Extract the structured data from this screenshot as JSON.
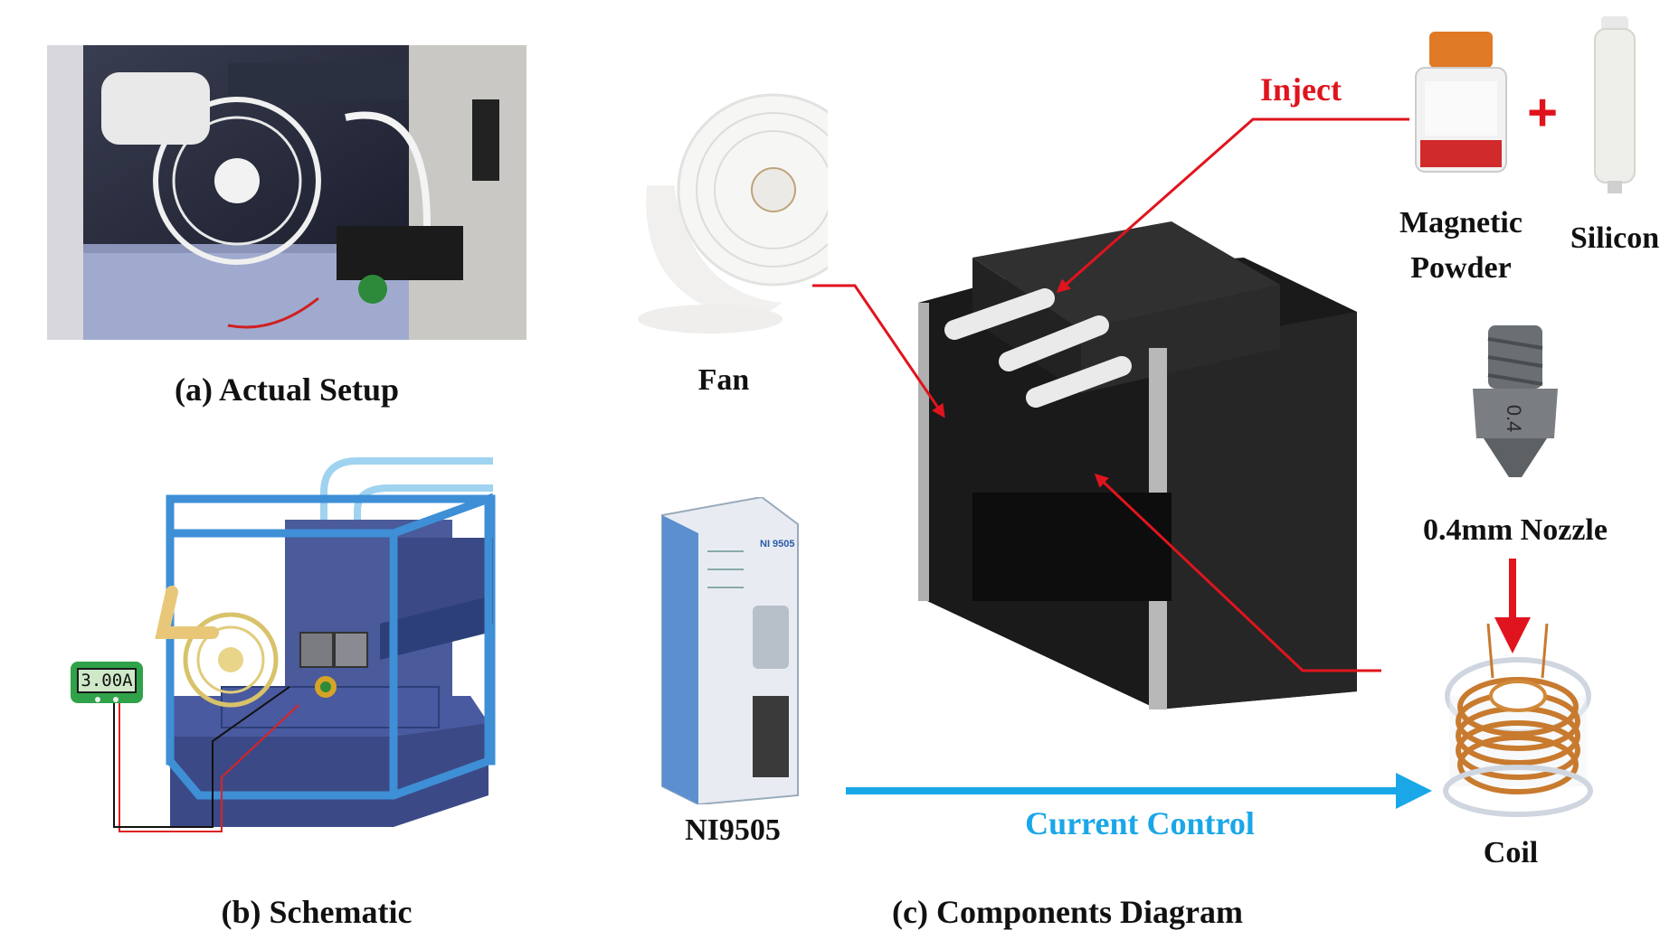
{
  "captions": {
    "a": "(a) Actual Setup",
    "b": "(b) Schematic",
    "c": "(c) Components Diagram"
  },
  "components": {
    "fan": "Fan",
    "ni": "NI9505",
    "magnetic_line1": "Magnetic",
    "magnetic_line2": "Powder",
    "silicon": "Silicon",
    "nozzle": "0.4mm Nozzle",
    "coil": "Coil",
    "plus_sign": "+"
  },
  "annotations": {
    "inject": "Inject",
    "current_control": "Current Control",
    "meter_reading": "3.00A",
    "nozzle_marking": "0.4",
    "ni_module_text": "NI 9505"
  },
  "colors": {
    "inject_red": "#e0141e",
    "current_blue": "#1aa7e8",
    "schematic_blue": "#3e8fd6",
    "schematic_dark": "#2d3f79"
  }
}
